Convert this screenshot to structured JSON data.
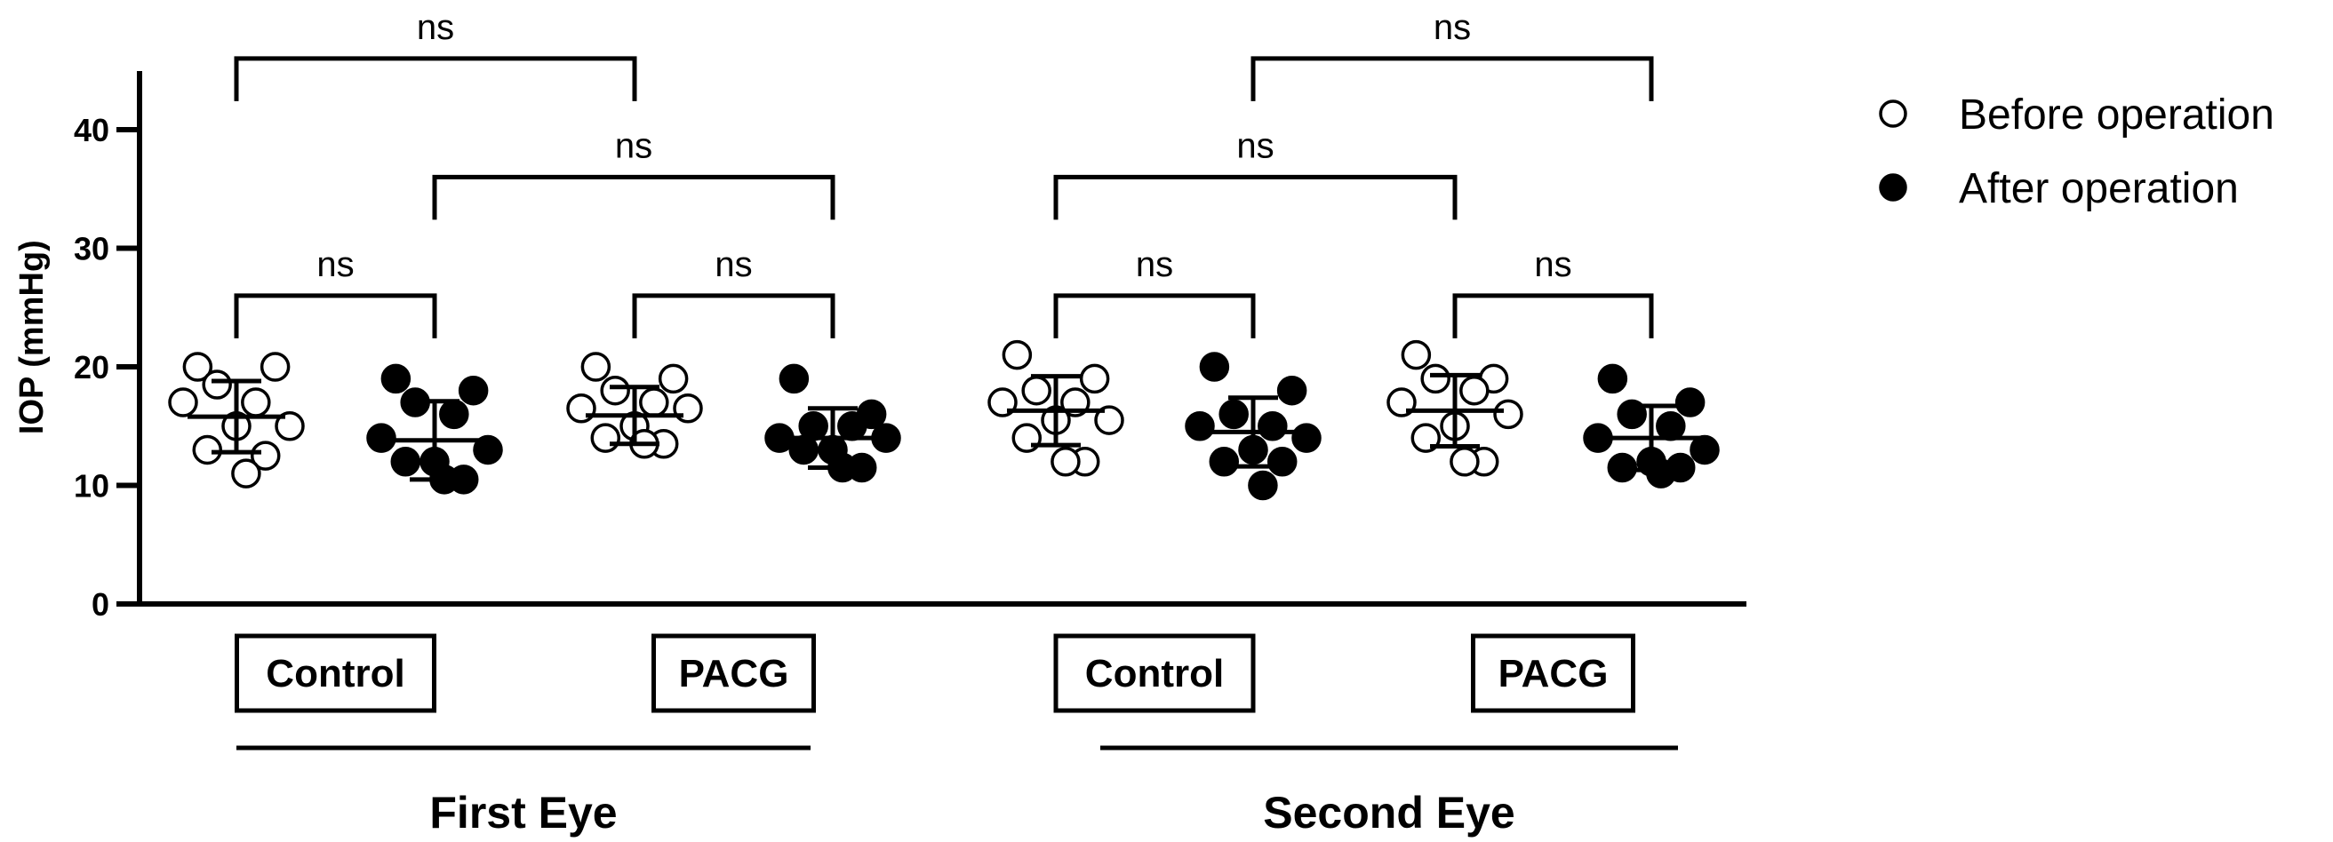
{
  "chart_data": {
    "type": "scatter",
    "ylabel": "IOP (mmHg)",
    "ylim": [
      0,
      45
    ],
    "yticks": [
      0,
      10,
      20,
      30,
      40
    ],
    "legend": {
      "position": "right",
      "entries": [
        {
          "label": "Before operation",
          "marker": "open-circle"
        },
        {
          "label": "After operation",
          "marker": "filled-circle"
        }
      ]
    },
    "groups": [
      {
        "name": "First Eye",
        "subgroups": [
          "Control",
          "PACG"
        ]
      },
      {
        "name": "Second Eye",
        "subgroups": [
          "Control",
          "PACG"
        ]
      }
    ],
    "columns": [
      {
        "group": "First Eye",
        "subgroup": "Control",
        "condition": "Before operation",
        "values": [
          20,
          20,
          18.5,
          17,
          17,
          15,
          15,
          13,
          12.5,
          11
        ],
        "mean": 15.8,
        "sd": 3.0
      },
      {
        "group": "First Eye",
        "subgroup": "Control",
        "condition": "After operation",
        "values": [
          19,
          18,
          17,
          16,
          14,
          13,
          12,
          12,
          10.5,
          10.5
        ],
        "mean": 13.8,
        "sd": 3.3
      },
      {
        "group": "First Eye",
        "subgroup": "PACG",
        "condition": "Before operation",
        "values": [
          20,
          19,
          18,
          17,
          16.5,
          16.5,
          15,
          14,
          13.5,
          13.5
        ],
        "mean": 15.9,
        "sd": 2.4
      },
      {
        "group": "First Eye",
        "subgroup": "PACG",
        "condition": "After operation",
        "values": [
          19,
          16,
          15,
          15,
          14,
          14,
          13,
          13,
          11.5,
          11.5
        ],
        "mean": 14.0,
        "sd": 2.5
      },
      {
        "group": "Second Eye",
        "subgroup": "Control",
        "condition": "Before operation",
        "values": [
          21,
          19,
          18,
          17,
          17,
          15.5,
          15.5,
          14,
          12,
          12
        ],
        "mean": 16.3,
        "sd": 2.9
      },
      {
        "group": "Second Eye",
        "subgroup": "Control",
        "condition": "After operation",
        "values": [
          20,
          18,
          16,
          15,
          15,
          14,
          13,
          12,
          12,
          10
        ],
        "mean": 14.5,
        "sd": 2.9
      },
      {
        "group": "Second Eye",
        "subgroup": "PACG",
        "condition": "Before operation",
        "values": [
          21,
          19,
          19,
          18,
          17,
          16,
          15,
          14,
          12,
          12
        ],
        "mean": 16.3,
        "sd": 3.0
      },
      {
        "group": "Second Eye",
        "subgroup": "PACG",
        "condition": "After operation",
        "values": [
          19,
          17,
          16,
          15,
          14,
          13,
          12,
          11.5,
          11.5,
          11
        ],
        "mean": 14.0,
        "sd": 2.7
      }
    ],
    "comparisons": [
      {
        "from": 0,
        "to": 1,
        "label": "ns",
        "y": 26
      },
      {
        "from": 2,
        "to": 3,
        "label": "ns",
        "y": 26
      },
      {
        "from": 1,
        "to": 3,
        "label": "ns",
        "y": 36
      },
      {
        "from": 0,
        "to": 2,
        "label": "ns",
        "y": 46
      },
      {
        "from": 4,
        "to": 5,
        "label": "ns",
        "y": 26
      },
      {
        "from": 6,
        "to": 7,
        "label": "ns",
        "y": 26
      },
      {
        "from": 4,
        "to": 6,
        "label": "ns",
        "y": 36
      },
      {
        "from": 5,
        "to": 7,
        "label": "ns",
        "y": 46
      }
    ]
  }
}
